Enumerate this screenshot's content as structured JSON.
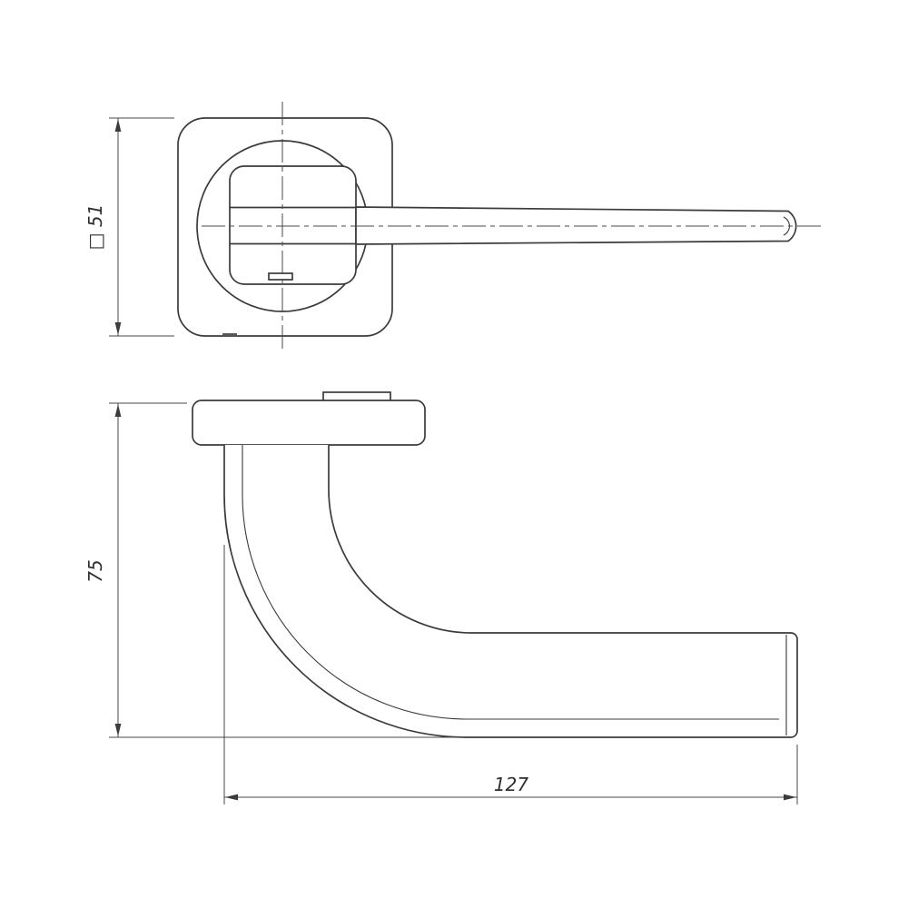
{
  "page": {
    "background": "#ffffff"
  },
  "drawing": {
    "line_color": "#3b3b3b",
    "labels": {
      "rose_size": "□ 51",
      "height": "75",
      "length": "127"
    }
  }
}
